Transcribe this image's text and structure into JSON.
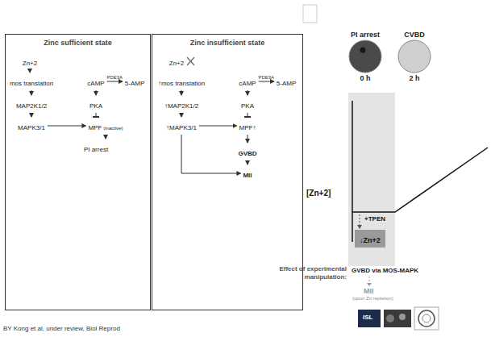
{
  "diagram": {
    "nodes": [
      {
        "text": [
          "Zinc sufficient state"
        ]
      },
      {
        "text": [
          "Zn+2"
        ],
        "in": 0
      },
      {
        "text": [
          "mos translation"
        ],
        "in": 0
      },
      {
        "text": [
          "MAP2K1/2"
        ],
        "in": 0
      },
      {
        "text": [
          "MAPK3/1"
        ],
        "in": 0
      },
      {
        "text": [
          "cAMP"
        ],
        "in": 0
      },
      {
        "text": [
          "5-AMP"
        ],
        "in": 0
      },
      {
        "text": [
          "PKA"
        ],
        "in": 0
      },
      {
        "text": [
          "MPF",
          "(inactive)"
        ],
        "in": 0
      },
      {
        "text": [
          "PI arrest"
        ],
        "in": 0
      },
      {
        "text": [
          "Zinc insufficient state"
        ]
      },
      {
        "text": [
          "Zn+2"
        ],
        "in": 10
      },
      {
        "text": [
          "↑mos translation"
        ],
        "in": 10
      },
      {
        "text": [
          "↑MAP2K1/2"
        ],
        "in": 10
      },
      {
        "text": [
          "↑MAPK3/1"
        ],
        "in": 10
      },
      {
        "text": [
          "cAMP"
        ],
        "in": 10
      },
      {
        "text": [
          "5-AMP"
        ],
        "in": 10
      },
      {
        "text": [
          "PKA"
        ],
        "in": 10
      },
      {
        "text": [
          "MPF↑"
        ],
        "in": 10
      },
      {
        "text": [
          "GVBD"
        ],
        "in": 10
      },
      {
        "text": [
          "MII"
        ],
        "in": 10
      },
      {
        "text": [
          "PI arrest",
          "0 h"
        ]
      },
      {
        "text": [
          "CVBD",
          "2 h"
        ]
      },
      {
        "text": [
          "↓Zn+2"
        ]
      }
    ],
    "edges": [
      {
        "from": 1,
        "to": 2,
        "arrow": "to"
      },
      {
        "from": 2,
        "to": 3,
        "arrow": "to"
      },
      {
        "from": 3,
        "to": 4,
        "arrow": "to"
      },
      {
        "from": 5,
        "to": 6,
        "label": "PDE3A",
        "arrow": "to"
      },
      {
        "from": 5,
        "to": 7,
        "arrow": "to"
      },
      {
        "from": 7,
        "to": 8,
        "arrow": "to"
      },
      {
        "from": 4,
        "to": 8,
        "arrow": "to"
      },
      {
        "from": 8,
        "to": 9,
        "arrow": "to"
      },
      {
        "from": 12,
        "to": 13,
        "arrow": "to"
      },
      {
        "from": 13,
        "to": 14,
        "arrow": "to"
      },
      {
        "from": 15,
        "to": 16,
        "label": "PDE3A",
        "arrow": "to"
      },
      {
        "from": 15,
        "to": 17,
        "arrow": "to"
      },
      {
        "from": 17,
        "to": 18,
        "arrow": "to"
      },
      {
        "from": 14,
        "to": 18,
        "arrow": "to"
      },
      {
        "from": 18,
        "to": 19,
        "arrow": "to"
      },
      {
        "from": 19,
        "to": 20,
        "arrow": "to"
      },
      {
        "from": 14,
        "to": 20,
        "arrow": "to"
      }
    ],
    "labels": [
      "[Zn+2]",
      "+TPEN",
      "Effect of experimental manipulation:",
      "GVBD via MOS-MAPK",
      "MII",
      "(upon Zn repletion)",
      "ISL",
      "BY Kong et al, under review, Biol Reprod"
    ]
  }
}
